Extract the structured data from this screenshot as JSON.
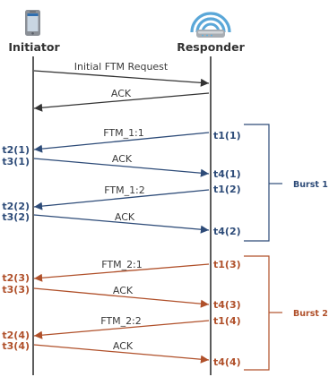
{
  "colors": {
    "black": "#333333",
    "blue": "#2d4b78",
    "orange": "#b0502a",
    "router": "#5aa7d8"
  },
  "header": {
    "initiator_label": "Initiator",
    "responder_label": "Responder"
  },
  "icons": {
    "initiator": "smartphone-icon",
    "responder": "wifi-router-icon"
  },
  "messages": [
    {
      "label": "Initial FTM Request",
      "color": "black"
    },
    {
      "label": "ACK",
      "color": "black"
    },
    {
      "label": "FTM_1:1",
      "color": "blue"
    },
    {
      "label": "ACK",
      "color": "blue"
    },
    {
      "label": "FTM_1:2",
      "color": "blue"
    },
    {
      "label": "ACK",
      "color": "blue"
    },
    {
      "label": "FTM_2:1",
      "color": "orange"
    },
    {
      "label": "ACK",
      "color": "orange"
    },
    {
      "label": "FTM_2:2",
      "color": "orange"
    },
    {
      "label": "ACK",
      "color": "orange"
    }
  ],
  "timestamps_left": [
    {
      "label": "t2(1)",
      "color": "blue"
    },
    {
      "label": "t3(1)",
      "color": "blue"
    },
    {
      "label": "t2(2)",
      "color": "blue"
    },
    {
      "label": "t3(2)",
      "color": "blue"
    },
    {
      "label": "t2(3)",
      "color": "orange"
    },
    {
      "label": "t3(3)",
      "color": "orange"
    },
    {
      "label": "t2(4)",
      "color": "orange"
    },
    {
      "label": "t3(4)",
      "color": "orange"
    }
  ],
  "timestamps_right": [
    {
      "label": "t1(1)",
      "color": "blue"
    },
    {
      "label": "t4(1)",
      "color": "blue"
    },
    {
      "label": "t1(2)",
      "color": "blue"
    },
    {
      "label": "t4(2)",
      "color": "blue"
    },
    {
      "label": "t1(3)",
      "color": "orange"
    },
    {
      "label": "t4(3)",
      "color": "orange"
    },
    {
      "label": "t1(4)",
      "color": "orange"
    },
    {
      "label": "t4(4)",
      "color": "orange"
    }
  ],
  "bursts": [
    {
      "label": "Burst 1",
      "color": "blue"
    },
    {
      "label": "Burst 2",
      "color": "orange"
    }
  ]
}
